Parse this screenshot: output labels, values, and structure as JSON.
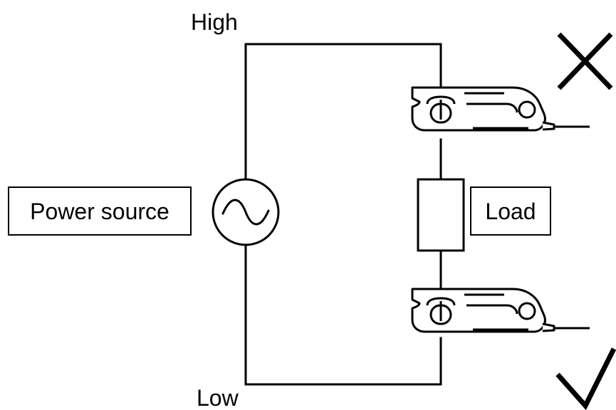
{
  "labels": {
    "high": "High",
    "low": "Low",
    "power_source": "Power source",
    "load": "Load"
  },
  "colors": {
    "line": "#000000",
    "background": "#ffffff"
  },
  "icons": {
    "wrong": "cross-mark-icon",
    "correct": "check-mark-icon",
    "source": "ac-sine-icon",
    "clamp": "current-clamp-probe-icon"
  }
}
